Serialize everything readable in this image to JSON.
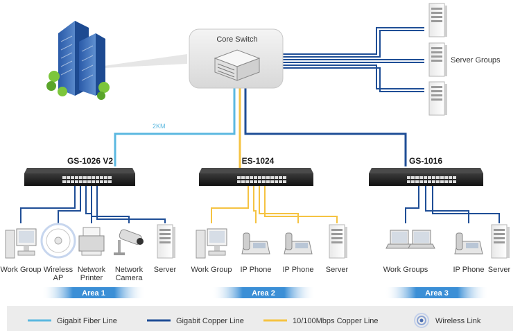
{
  "core_switch": {
    "label": "Core Switch"
  },
  "server_groups": {
    "label": "Server Groups"
  },
  "fiber_distance": "2KM",
  "areas": [
    {
      "switch_label": "GS-1026 V2",
      "area_label": "Area 1",
      "devices": [
        {
          "label": "Work Group",
          "icon": "desktop-pc-icon"
        },
        {
          "label": "Wireless\nAP",
          "icon": "wireless-ap-icon"
        },
        {
          "label": "Network\nPrinter",
          "icon": "printer-icon"
        },
        {
          "label": "Network\nCamera",
          "icon": "camera-icon"
        },
        {
          "label": "Server",
          "icon": "server-icon"
        }
      ]
    },
    {
      "switch_label": "ES-1024",
      "area_label": "Area 2",
      "devices": [
        {
          "label": "Work Group",
          "icon": "desktop-pc-icon"
        },
        {
          "label": "IP Phone",
          "icon": "ip-phone-icon"
        },
        {
          "label": "IP Phone",
          "icon": "ip-phone-icon"
        },
        {
          "label": "Server",
          "icon": "server-icon"
        }
      ]
    },
    {
      "switch_label": "GS-1016",
      "area_label": "Area 3",
      "devices": [
        {
          "label": "Work Groups",
          "icon": "laptop-icon"
        },
        {
          "label": "IP Phone",
          "icon": "ip-phone-icon"
        },
        {
          "label": "Server",
          "icon": "server-icon"
        }
      ]
    }
  ],
  "legend": [
    {
      "label": "Gigabit Fiber Line",
      "color": "#5bb8e0",
      "kind": "line"
    },
    {
      "label": "Gigabit Copper Line",
      "color": "#1f4e96",
      "kind": "line"
    },
    {
      "label": "10/100Mbps Copper Line",
      "color": "#f5c342",
      "kind": "line"
    },
    {
      "label": "Wireless Link",
      "color": "#4a6db0",
      "kind": "wireless"
    }
  ],
  "colors": {
    "fiber": "#5bb8e0",
    "gigabit_copper": "#1f4e96",
    "fast_copper": "#f5c342",
    "area_bar": "#3b8fd6"
  }
}
